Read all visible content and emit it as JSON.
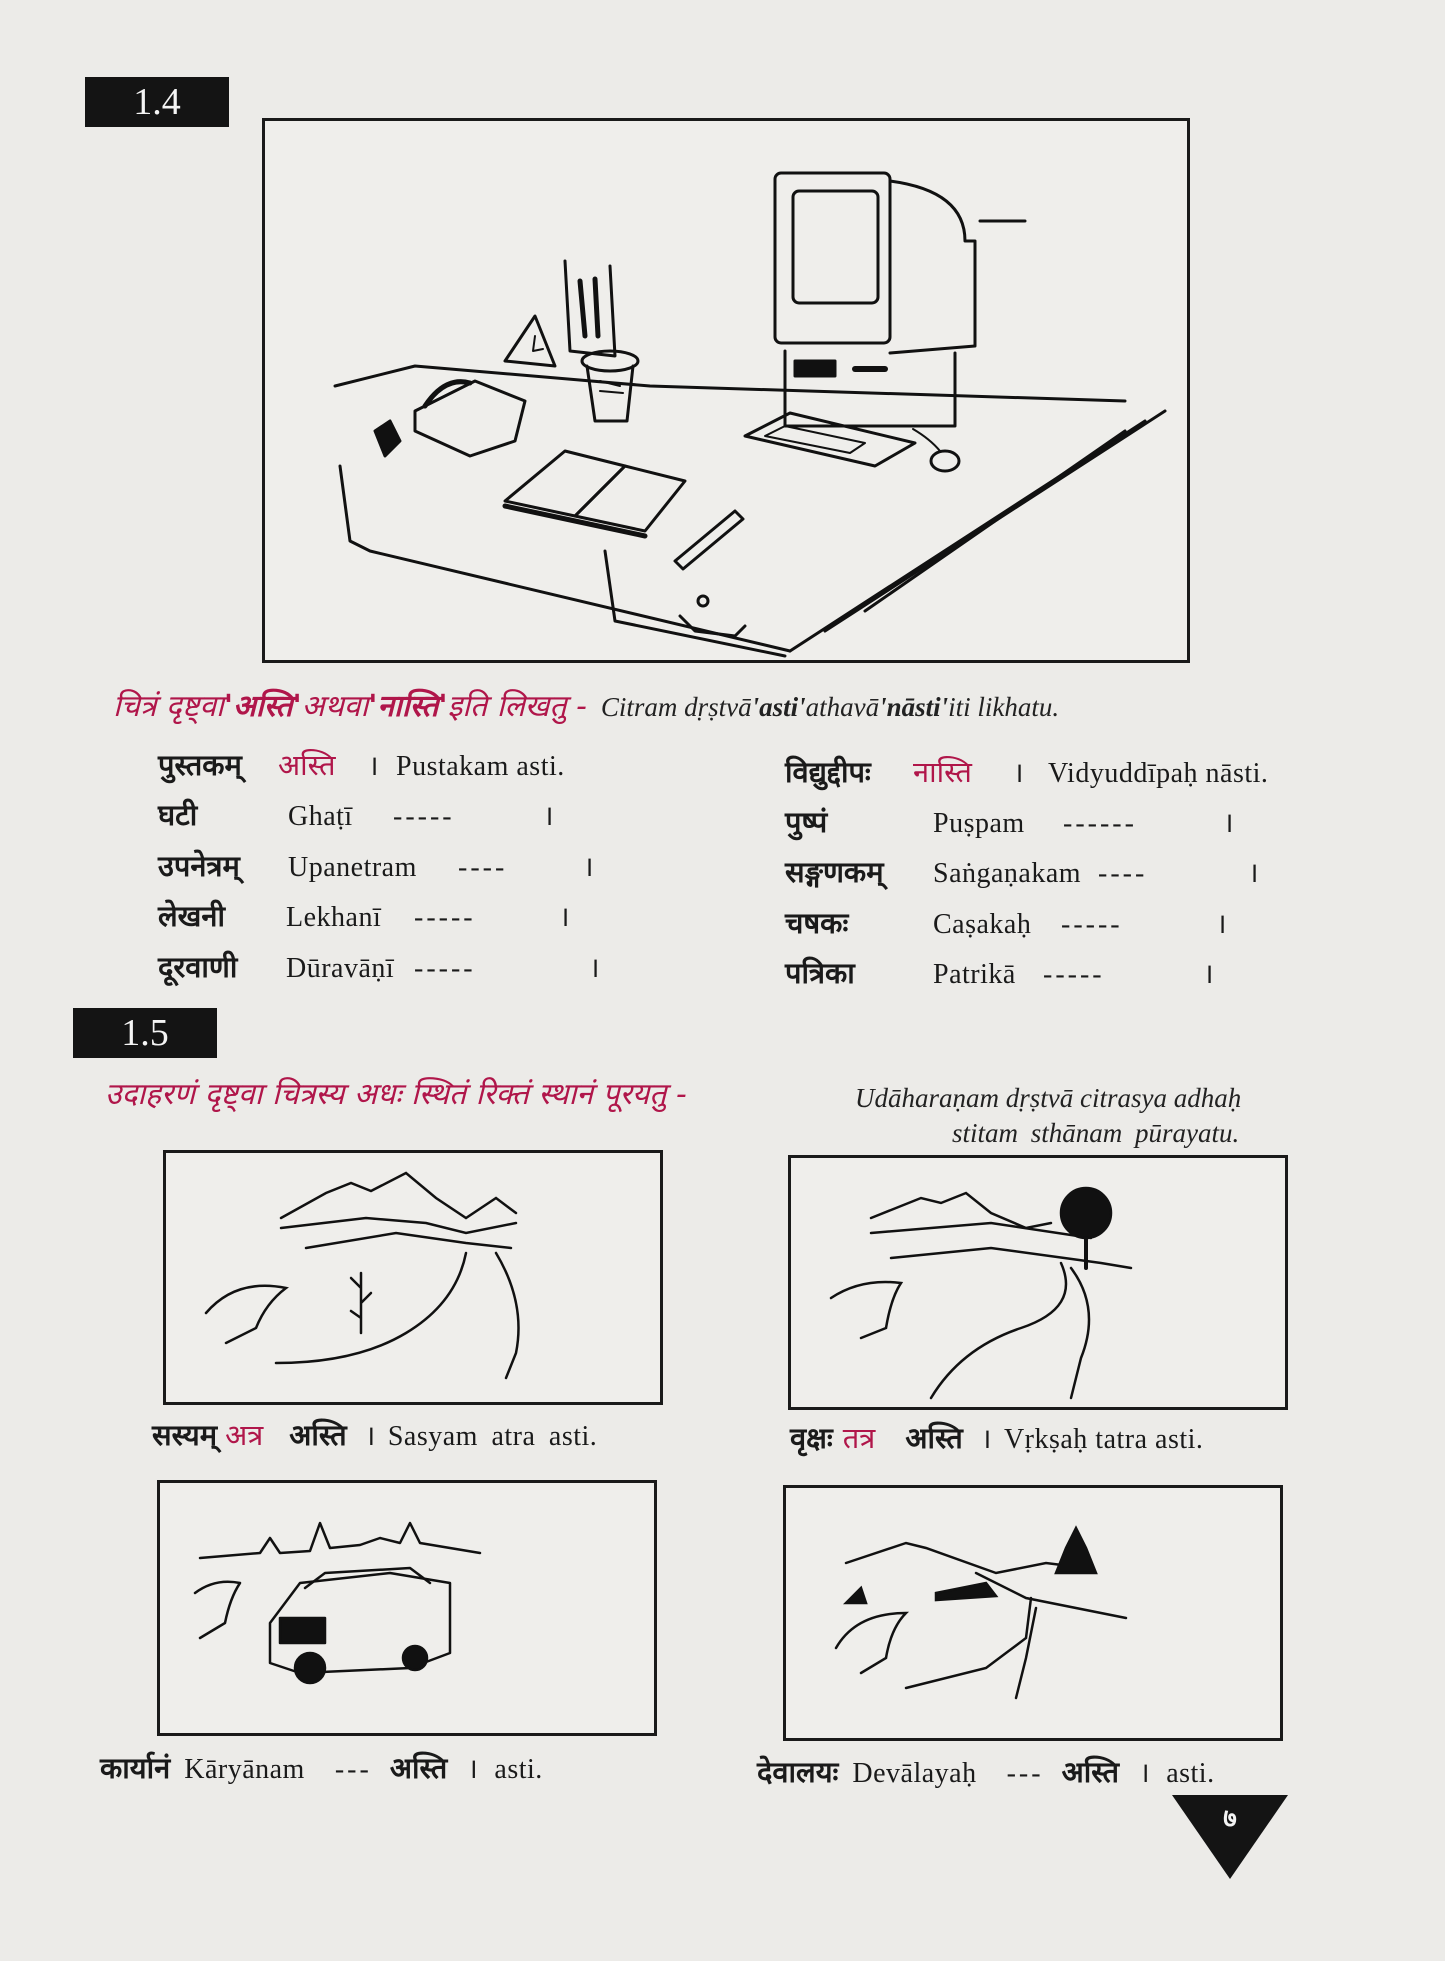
{
  "colors": {
    "accent": "#b0164a",
    "ink": "#1a1a1a",
    "paper": "#ecebe8"
  },
  "section_1_4": {
    "label": "1.4",
    "illustration": "desk-with-computer-phone-clock-glass-book-pen",
    "instruction": {
      "dev_prefix": "चित्रं दृष्ट्वा ",
      "dev_q1": "'अस्ति'",
      "dev_mid": " अथवा ",
      "dev_q2": "'नास्ति'",
      "dev_suffix": " इति लिखतु -",
      "lat_prefix": "Citram dṛṣtvā ",
      "lat_q1": "'asti'",
      "lat_mid": " athavā ",
      "lat_q2": "'nāsti'",
      "lat_suffix": " iti likhatu."
    },
    "left_items": [
      {
        "dev": "पुस्तकम्",
        "answer_dev": "अस्ति",
        "danda": "।",
        "lat": "Pustakam asti."
      },
      {
        "dev": "घटी",
        "lat": "Ghaṭī",
        "blank": "-----",
        "danda": "।"
      },
      {
        "dev": "उपनेत्रम्",
        "lat": "Upanetram",
        "blank": "----",
        "danda": "।"
      },
      {
        "dev": "लेखनी",
        "lat": "Lekhanī",
        "blank": "-----",
        "danda": "।"
      },
      {
        "dev": "दूरवाणी",
        "lat": "Dūravāṇī",
        "blank": "-----",
        "danda": "।"
      }
    ],
    "right_items": [
      {
        "dev": "विद्युद्दीपः",
        "answer_dev": "नास्ति",
        "danda": "।",
        "lat": "Vidyuddīpaḥ nāsti."
      },
      {
        "dev": "पुष्पं",
        "lat": "Puṣpam",
        "blank": "------",
        "danda": "।"
      },
      {
        "dev": "सङ्गणकम्",
        "lat": "Saṅgaṇakam",
        "blank": "----",
        "danda": "।"
      },
      {
        "dev": "चषकः",
        "lat": "Caṣakaḥ",
        "blank": "-----",
        "danda": "।"
      },
      {
        "dev": "पत्रिका",
        "lat": "Patrikā",
        "blank": "-----",
        "danda": "।"
      }
    ]
  },
  "section_1_5": {
    "label": "1.5",
    "instruction": {
      "dev": "उदाहरणं दृष्ट्वा चित्रस्य अधः स्थितं रिक्तं स्थानं पूरयतु -",
      "lat_line1": "Udāharaṇam dṛṣtvā citrasya adhaḥ",
      "lat_line2": "stitam  sthānam  pūrayatu."
    },
    "panels": [
      {
        "illustration": "hand-pointing-at-sapling-near-road",
        "dev_word": "सस्यम्",
        "dev_answer": "अत्र",
        "dev_verb": "अस्ति",
        "danda": "।",
        "lat": "Sasyam atra asti."
      },
      {
        "illustration": "hand-pointing-at-distant-tree",
        "dev_word": "वृक्षः",
        "dev_answer": "तत्र",
        "dev_verb": "अस्ति",
        "danda": "।",
        "lat": "Vṛkṣaḥ tatra asti."
      },
      {
        "illustration": "hand-pointing-at-car",
        "dev_word": "कार्यानं",
        "lat_word": "Kāryānam",
        "blank": "---",
        "dev_verb": "अस्ति",
        "danda": "।",
        "lat": "asti."
      },
      {
        "illustration": "hand-pointing-at-distant-temple",
        "dev_word": "देवालयः",
        "lat_word": "Devālayaḥ",
        "blank": "---",
        "dev_verb": "अस्ति",
        "danda": "।",
        "lat": "asti."
      }
    ]
  },
  "page_number": "७"
}
